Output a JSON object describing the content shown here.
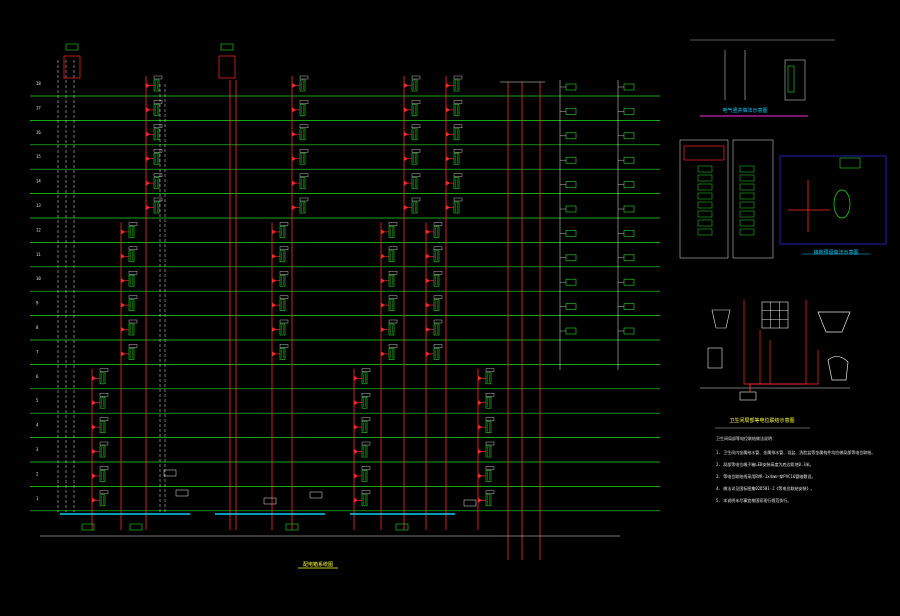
{
  "diagram": {
    "main_title": "配电箱系统图",
    "floor_labels": [
      "18",
      "17",
      "16",
      "15",
      "14",
      "13",
      "12",
      "11",
      "10",
      "9",
      "8",
      "7",
      "6",
      "5",
      "4",
      "3",
      "2",
      "1"
    ],
    "detail_titles": {
      "top_detail": "电气竖井做法示意图",
      "mid_detail": "接地预留做法示意图",
      "bonding": "卫生间局部等电位联结示意图",
      "note_heading": "卫生间局部等电位联结做法说明："
    },
    "notes": [
      "1. 卫生间内金属给水管、金属排水管、浴盆、洗脸盆等金属构件均应做局部等电位联结。",
      "2. 局部等电位端子箱LEB安装高度为底边距地0.3米。",
      "3. 等电位联结线采用BVR-1x4mm²穿PVC16管暗敷设。",
      "4. 做法详见国标图集02D501-2《等电位联结安装》。",
      "5. 本说明未尽事宜按国家现行规范执行。"
    ],
    "colors": {
      "background": "#000000",
      "floor_line": "#22dd22",
      "feeder": "#ff2a2a",
      "white_line": "#e6e6e6",
      "cyan": "#00d0ff",
      "blue_frame": "#2b2bff",
      "magenta": "#ff2bd6",
      "yellow": "#ffff33",
      "text": "#e8e8e8"
    }
  }
}
